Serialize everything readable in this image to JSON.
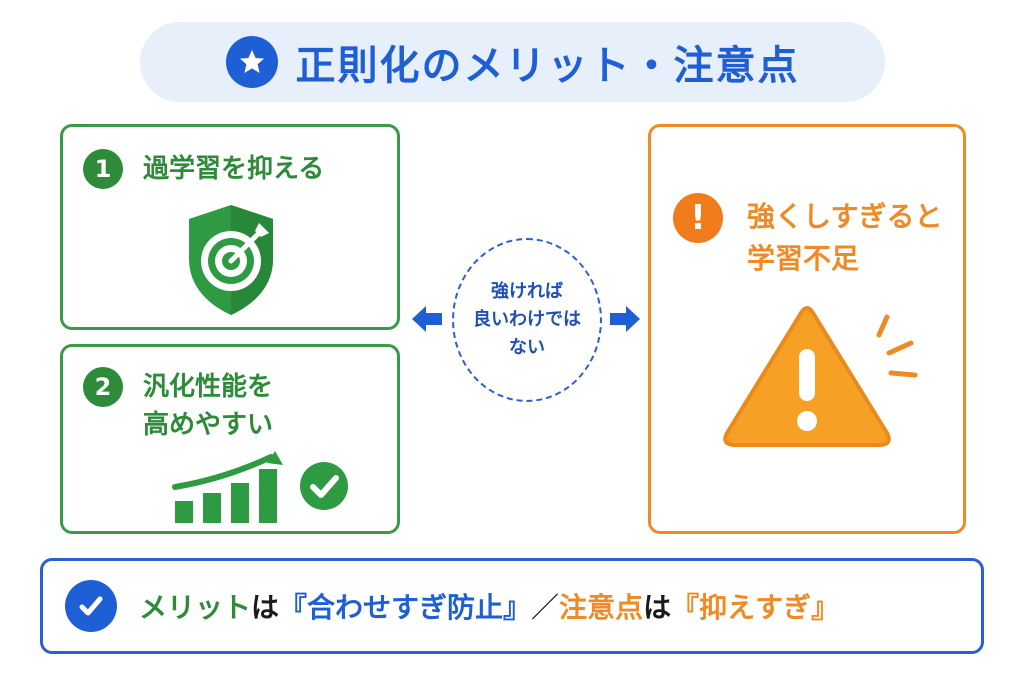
{
  "title": "正則化のメリット・注意点",
  "card1": {
    "number": "1",
    "title": "過学習を抑える",
    "icon": "shield-target-icon"
  },
  "card2": {
    "number": "2",
    "title_line1": "汎化性能を",
    "title_line2": "高めやすい",
    "icon": "growth-chart-icon"
  },
  "center_note": {
    "line1": "強ければ",
    "line2": "良いわけでは",
    "line3": "ない"
  },
  "warning": {
    "badge": "!",
    "title_line1": "強くしすぎると",
    "title_line2": "学習不足",
    "icon": "warning-triangle-icon"
  },
  "summary": {
    "part1": "メリット",
    "part2": "は",
    "part3": "『合わせすぎ防止』",
    "part4": "／",
    "part5": "注意点",
    "part6": "は",
    "part7": "『抑えすぎ』"
  },
  "colors": {
    "green": "#2e8b3a",
    "blue": "#1f5fd6",
    "orange": "#f08a24"
  }
}
